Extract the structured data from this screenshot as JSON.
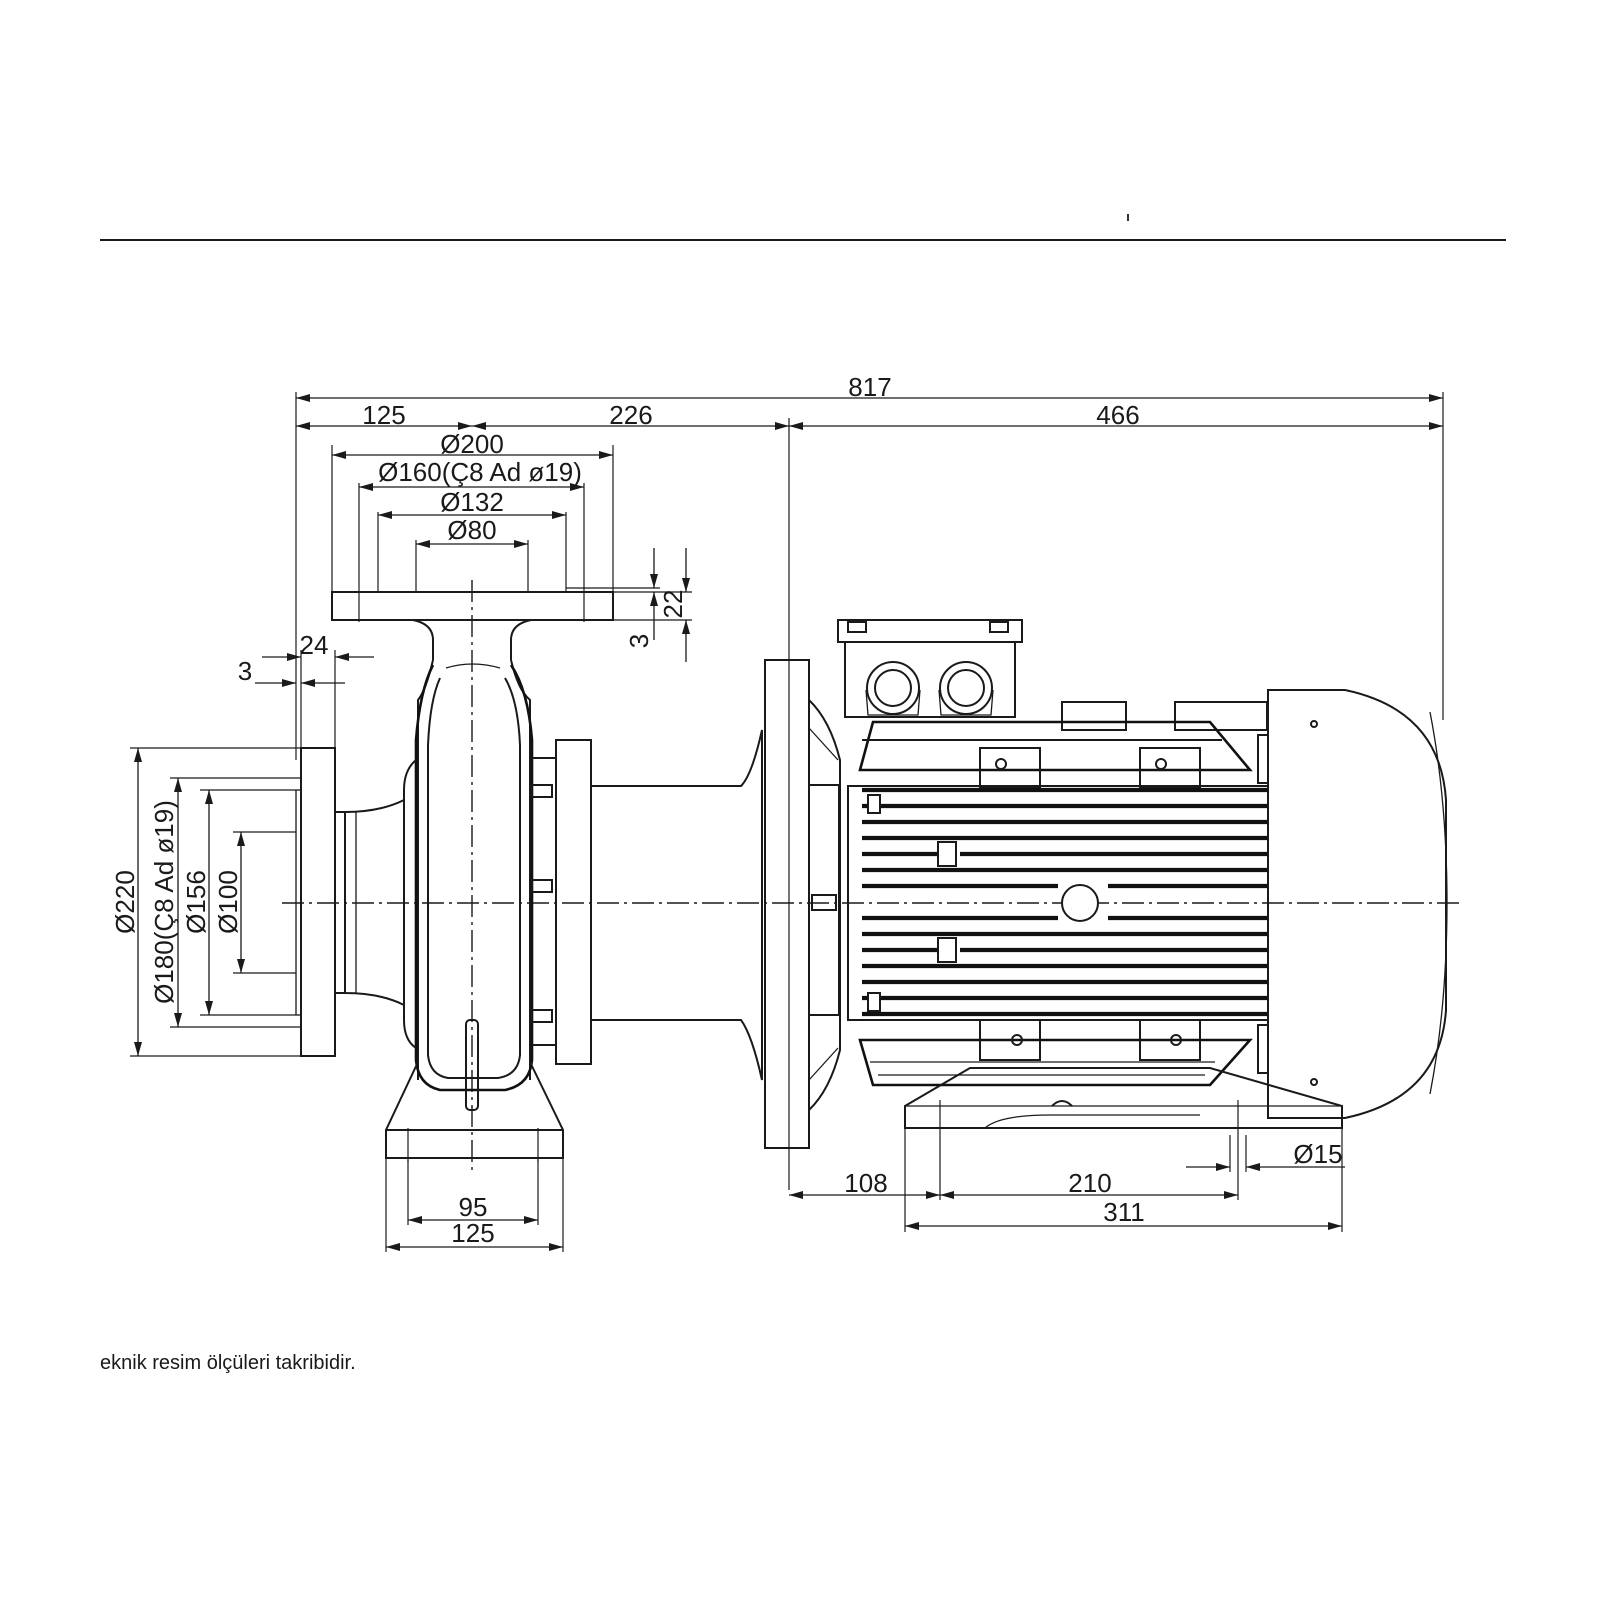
{
  "dimensions": {
    "overall_length": "817",
    "pump_length": "125",
    "adapter_length": "226",
    "motor_length": "466",
    "discharge_flange_od": "Ø200",
    "discharge_bolt_circle": "Ø160(Ç8 Ad ø19)",
    "discharge_raised_face": "Ø132",
    "discharge_bore": "Ø80",
    "discharge_flange_thickness": "22",
    "discharge_raised_face_height": "3",
    "suction_flange_thickness": "24",
    "suction_raised_face_height": "3",
    "suction_flange_od": "Ø220",
    "suction_bolt_circle": "Ø180(Ç8 Ad ø19)",
    "suction_raised_face": "Ø156",
    "suction_bore": "Ø100",
    "pump_foot_hole_spacing": "95",
    "pump_foot_width": "125",
    "motor_foot_offset": "108",
    "motor_foot_hole_spacing": "210",
    "motor_foot_length": "311",
    "motor_foot_hole_dia": "Ø15"
  },
  "note": {
    "line1": "eknik resim ölçüleri takribidir."
  }
}
